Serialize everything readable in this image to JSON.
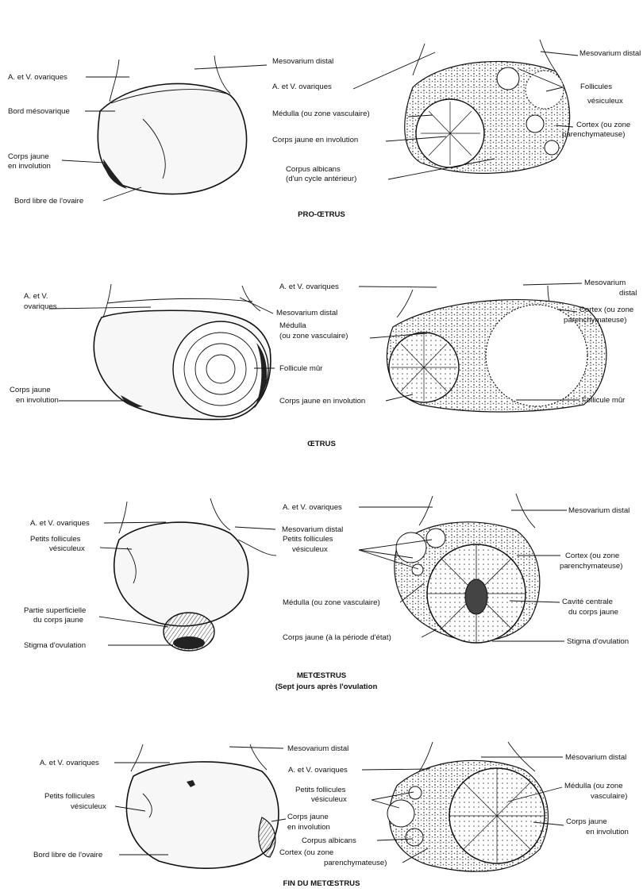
{
  "panels": [
    {
      "caption": "PRO-ŒTRUS",
      "left_labels": [
        "Mesovarium distal",
        "A. et V. ovariques",
        "Bord mésovarique",
        "Corps jaune",
        "en involution",
        "Bord libre de l'ovaire"
      ],
      "right_labels": [
        "Mesovarium distal",
        "A. et V. ovariques",
        "Follicules",
        "vésiculeux",
        "Médulla (ou zone vasculaire)",
        "Cortex (ou zone",
        "parenchymateuse)",
        "Corps jaune en involution",
        "Corpus albicans",
        "(d'un cycle antérieur)"
      ]
    },
    {
      "caption": "ŒTRUS",
      "left_labels": [
        "A. et V.",
        "ovariques",
        "Mesovarium distal",
        "Follicule mûr",
        "Corps jaune",
        "en involution"
      ],
      "right_labels": [
        "A. et V. ovariques",
        "Mesovarium",
        "distal",
        "Médulla",
        "(ou zone vasculaire)",
        "Cortex (ou zone",
        "parenchymateuse)",
        "Corps jaune en involution",
        "Follicule mûr"
      ]
    },
    {
      "caption": "METŒSTRUS",
      "subcaption": "(Sept jours après l'ovulation",
      "left_labels": [
        "A. et V. ovariques",
        "Mesovarium distal",
        "Petits follicules",
        "vésiculeux",
        "Partie superficielle",
        "du corps jaune",
        "Stigma d'ovulation"
      ],
      "right_labels": [
        "A. et V. ovariques",
        "Mesovarium distal",
        "Petits follicules",
        "vésiculeux",
        "Cortex (ou zone",
        "parenchymateuse)",
        "Médulla (ou zone vasculaire)",
        "Cavité centrale",
        "du corps jaune",
        "Corps jaune (à la période d'état)",
        "Stigma d'ovulation"
      ]
    },
    {
      "caption": "FIN DU METŒSTRUS",
      "left_labels": [
        "Mesovarium distal",
        "A. et V. ovariques",
        "Petits follicules",
        "vésiculeux",
        "Corps jaune",
        "en involution",
        "Bord libre de l'ovaire"
      ],
      "right_labels": [
        "Mésovarium distal",
        "A. et V. ovariques",
        "Petits follicules",
        "vésiculeux",
        "Médulla (ou zone",
        "vasculaire)",
        "Corps jaune",
        "en involution",
        "Corpus albicans",
        "Cortex (ou zone",
        "parenchymateuse)"
      ]
    }
  ]
}
